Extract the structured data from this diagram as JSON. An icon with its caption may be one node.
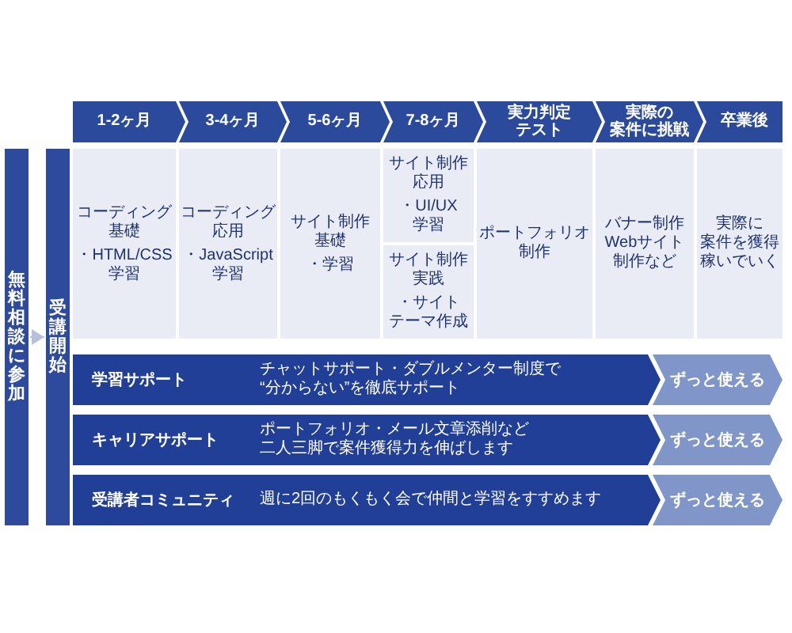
{
  "diagram": {
    "nodes": [
      {
        "text": [
          "無料相談に参加"
        ]
      },
      {
        "text": [
          "受講開始"
        ]
      },
      {
        "text": [
          "1-2ヶ月"
        ]
      },
      {
        "text": [
          "3-4ヶ月"
        ]
      },
      {
        "text": [
          "5-6ヶ月"
        ]
      },
      {
        "text": [
          "7-8ヶ月"
        ]
      },
      {
        "text": [
          "実力判定テスト"
        ]
      },
      {
        "text": [
          "実際の案件に挑戦"
        ]
      },
      {
        "text": [
          "卒業後"
        ]
      },
      {
        "text": [
          "コーディング基礎",
          "・HTML/CSS学習"
        ]
      },
      {
        "text": [
          "コーディング応用",
          "・JavaScript学習"
        ]
      },
      {
        "text": [
          "サイト制作基礎",
          "・学習"
        ]
      },
      {
        "text": [
          "サイト制作応用",
          "・UI/UX学習"
        ]
      },
      {
        "text": [
          "サイト制作実践",
          "・サイトテーマ作成"
        ]
      },
      {
        "text": [
          "ポートフォリオ制作"
        ]
      },
      {
        "text": [
          "バナー制作Webサイト制作など"
        ]
      },
      {
        "text": [
          "実際に案件を獲得稼いでいく"
        ]
      },
      {
        "text": [
          "学習サポート",
          "チャットサポート・ダブルメンター制度で“分からない”を徹底サポート"
        ]
      },
      {
        "text": [
          "ずっと使える"
        ]
      },
      {
        "text": [
          "キャリアサポート",
          "ポートフォリオ・メール文章添削など二人三脚で案件獲得力を伸ばします"
        ]
      },
      {
        "text": [
          "ずっと使える"
        ]
      },
      {
        "text": [
          "受講者コミュニティ",
          "週に2回のもくもく会で仲間と学習をすすめます"
        ]
      },
      {
        "text": [
          "ずっと使える"
        ]
      }
    ],
    "edges": [
      {
        "from": 0,
        "to": 1,
        "arrow": "to"
      }
    ]
  }
}
